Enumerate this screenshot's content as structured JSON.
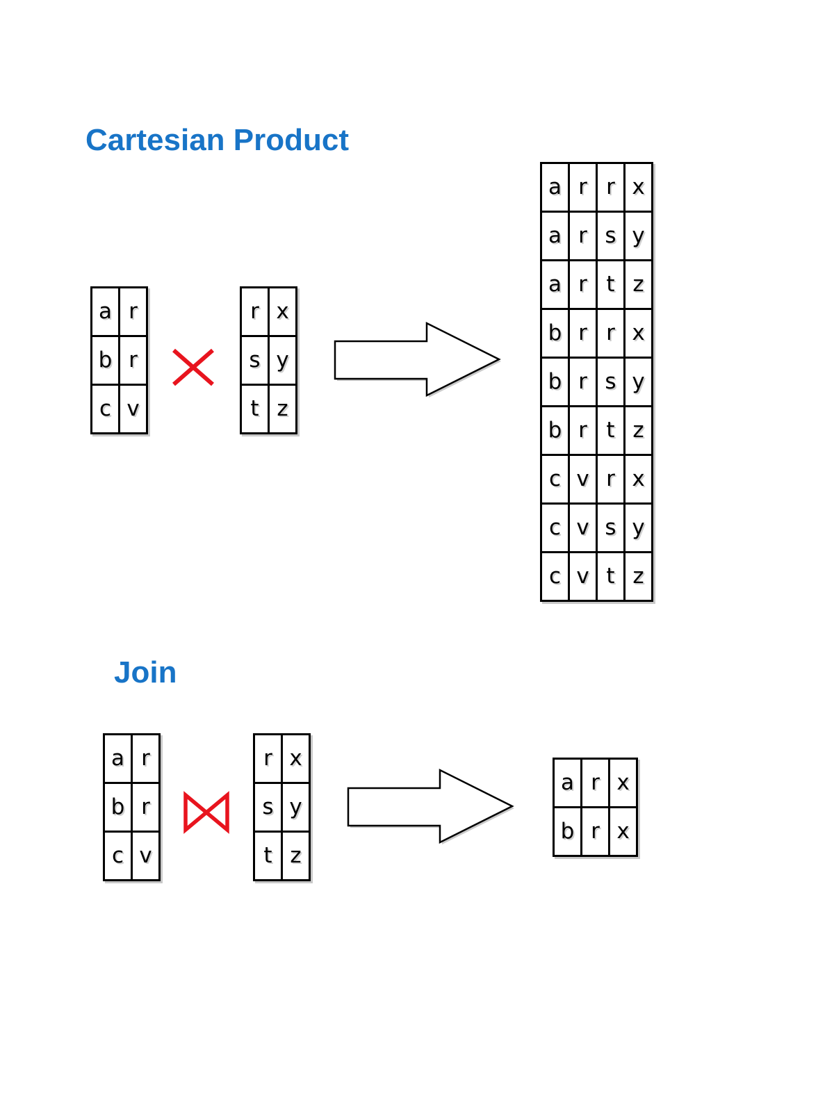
{
  "cartesian": {
    "title": "Cartesian Product",
    "operator": "cross-product-icon",
    "table_a": [
      [
        "a",
        "r"
      ],
      [
        "b",
        "r"
      ],
      [
        "c",
        "v"
      ]
    ],
    "table_b": [
      [
        "r",
        "x"
      ],
      [
        "s",
        "y"
      ],
      [
        "t",
        "z"
      ]
    ],
    "result": [
      [
        "a",
        "r",
        "r",
        "x"
      ],
      [
        "a",
        "r",
        "s",
        "y"
      ],
      [
        "a",
        "r",
        "t",
        "z"
      ],
      [
        "b",
        "r",
        "r",
        "x"
      ],
      [
        "b",
        "r",
        "s",
        "y"
      ],
      [
        "b",
        "r",
        "t",
        "z"
      ],
      [
        "c",
        "v",
        "r",
        "x"
      ],
      [
        "c",
        "v",
        "s",
        "y"
      ],
      [
        "c",
        "v",
        "t",
        "z"
      ]
    ]
  },
  "join": {
    "title": "Join",
    "operator": "bowtie-join-icon",
    "table_a": [
      [
        "a",
        "r"
      ],
      [
        "b",
        "r"
      ],
      [
        "c",
        "v"
      ]
    ],
    "table_b": [
      [
        "r",
        "x"
      ],
      [
        "s",
        "y"
      ],
      [
        "t",
        "z"
      ]
    ],
    "result": [
      [
        "a",
        "r",
        "x"
      ],
      [
        "b",
        "r",
        "x"
      ]
    ]
  },
  "colors": {
    "heading": "#1874c7",
    "operator": "#e8141e",
    "border": "#000000",
    "shadow": "#c9c9c9"
  }
}
